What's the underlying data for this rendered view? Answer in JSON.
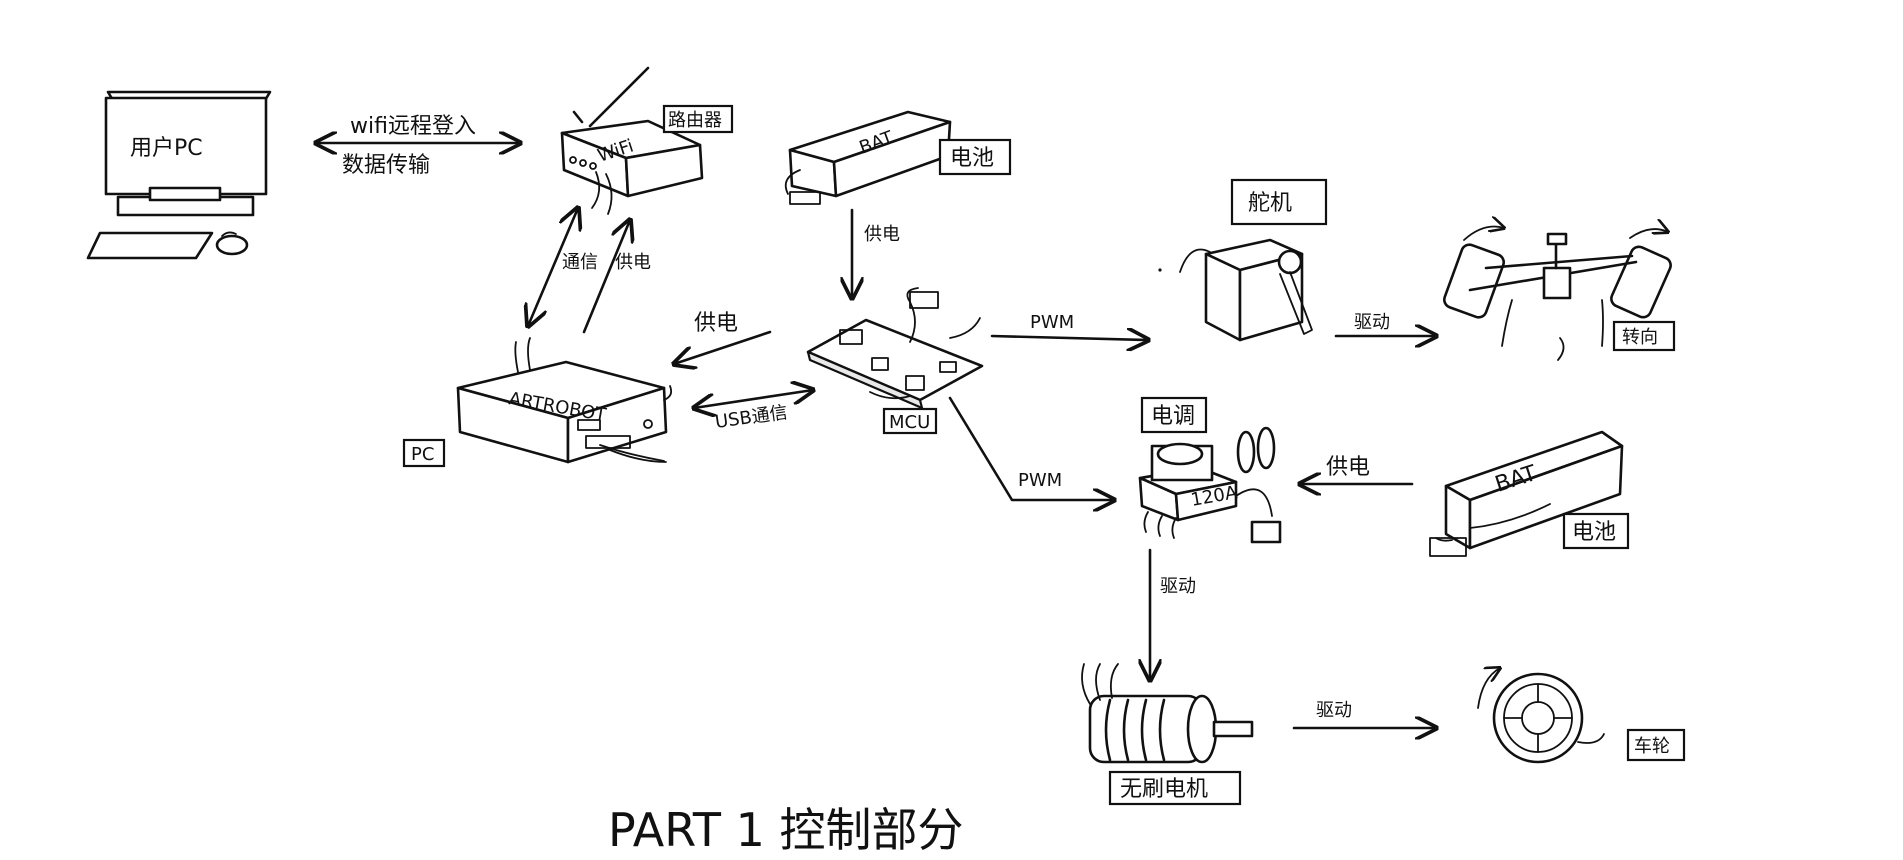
{
  "labels": {
    "user_pc": "用户PC",
    "wifi_link_line1": "wifi远程登入",
    "wifi_link_line2": "数据传输",
    "router_tag": "路由器",
    "router_face": "WiFi",
    "comm_vertical": "通信",
    "power_vertical_router": "供电",
    "pc_tag": "PC",
    "pc_face": "ARTROBOT",
    "power_to_pc": "供电",
    "usb_comm": "USB通信",
    "mcu_tag": "MCU",
    "battery_top_tag": "电池",
    "battery_face": "BAT",
    "power_down_mcu": "供电",
    "pwm_servo": "PWM",
    "servo_tag": "舵机",
    "drive_steering": "驱动",
    "steering_tag": "转向",
    "pwm_esc": "PWM",
    "esc_tag": "电调",
    "esc_face": "120A",
    "power_esc": "供电",
    "battery_right_tag": "电池",
    "drive_motor": "驱动",
    "motor_tag": "无刷电机",
    "drive_wheel": "驱动",
    "wheel_tag": "车轮",
    "title": "PART 1   控制部分"
  },
  "colors": {
    "ink": "#111111",
    "paper": "#ffffff"
  }
}
